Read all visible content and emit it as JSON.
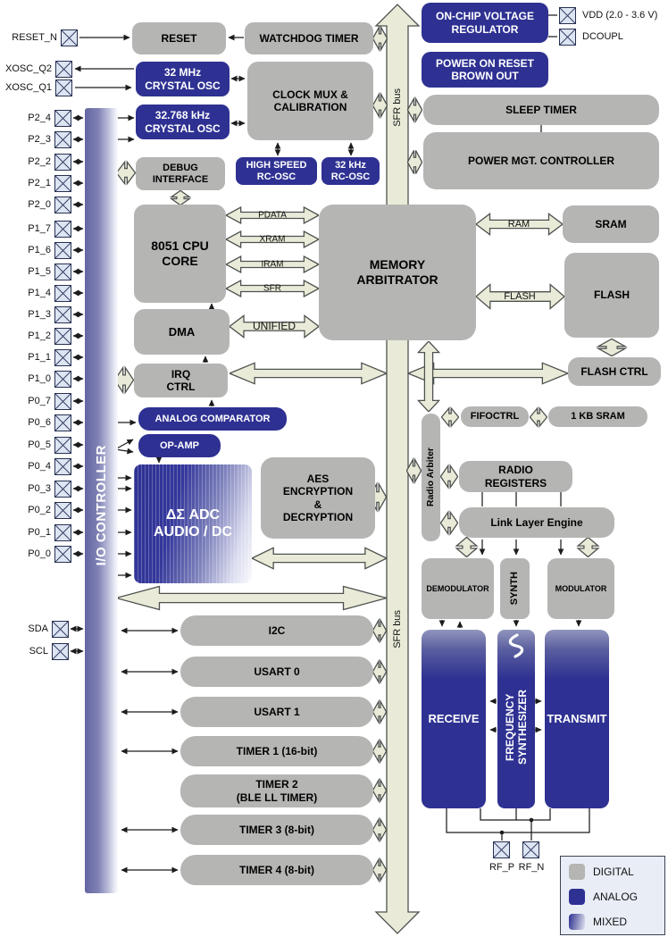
{
  "pins": {
    "reset_n": [
      "RESET_N"
    ],
    "xosc": [
      "XOSC_Q2",
      "XOSC_Q1"
    ],
    "p2": [
      "P2_4",
      "P2_3",
      "P2_2",
      "P2_1",
      "P2_0"
    ],
    "p1": [
      "P1_7",
      "P1_6",
      "P1_5",
      "P1_4",
      "P1_3",
      "P1_2",
      "P1_1",
      "P1_0"
    ],
    "p0": [
      "P0_7",
      "P0_6",
      "P0_5",
      "P0_4",
      "P0_3",
      "P0_2",
      "P0_1",
      "P0_0"
    ],
    "serial": [
      "SDA",
      "SCL"
    ],
    "vdd": "VDD (2.0 - 3.6 V)",
    "dcoupl": "DCOUPL",
    "rf": [
      "RF_P",
      "RF_N"
    ]
  },
  "blocks": {
    "reset": "RESET",
    "watchdog": "WATCHDOG TIMER",
    "voltage_regulator": "ON-CHIP VOLTAGE\nREGULATOR",
    "por": "POWER ON RESET\nBROWN OUT",
    "sleep_timer": "SLEEP TIMER",
    "power_mgt": "POWER MGT. CONTROLLER",
    "osc_32mhz": "32 MHz\nCRYSTAL OSC",
    "clock_mux": "CLOCK MUX &\nCALIBRATION",
    "osc_32k768": "32.768 kHz\nCRYSTAL OSC",
    "debug_interface": "DEBUG\nINTERFACE",
    "hs_rcosc": "HIGH SPEED\nRC-OSC",
    "rcosc_32k": "32 kHz\nRC-OSC",
    "cpu": "8051 CPU\nCORE",
    "memory_arbitrator": "MEMORY\nARBITRATOR",
    "sram": "SRAM",
    "flash": "FLASH",
    "flash_ctrl": "FLASH CTRL",
    "fifoctrl": "FIFOCTRL",
    "sram_1kb": "1 KB SRAM",
    "dma": "DMA",
    "irq_ctrl": "IRQ\nCTRL",
    "analog_comparator": "ANALOG COMPARATOR",
    "opamp": "OP-AMP",
    "adc": "ΔΣ ADC\nAUDIO / DC",
    "aes": "AES\nENCRYPTION\n&\nDECRYPTION",
    "radio_arbiter": "Radio Arbiter",
    "radio_registers": "RADIO\nREGISTERS",
    "link_layer": "Link Layer Engine",
    "demodulator": "DEMODULATOR",
    "synth": "SYNTH",
    "modulator": "MODULATOR",
    "receive": "RECEIVE",
    "freq_synth": "FREQUENCY\nSYNTHESIZER",
    "transmit": "TRANSMIT",
    "io_controller": "I/O CONTROLLER"
  },
  "bus": {
    "sfr_bus": "SFR bus",
    "pdata": "PDATA",
    "xram": "XRAM",
    "iram": "IRAM",
    "sfr": "SFR",
    "unified": "UNIFIED",
    "ram": "RAM",
    "flash": "FLASH"
  },
  "peripherals": [
    "I2C",
    "USART 0",
    "USART 1",
    "TIMER 1 (16-bit)",
    "TIMER 2\n(BLE LL TIMER)",
    "TIMER 3 (8-bit)",
    "TIMER 4 (8-bit)"
  ],
  "legend": {
    "items": [
      {
        "label": "DIGITAL",
        "type": "digital"
      },
      {
        "label": "ANALOG",
        "type": "analog"
      },
      {
        "label": "MIXED",
        "type": "mixed"
      }
    ]
  },
  "colors": {
    "digital": "#b5b6b4",
    "analog": "#2e3192",
    "bus_fill": "#e9ebd8",
    "mixed_start": "#2e3192"
  }
}
